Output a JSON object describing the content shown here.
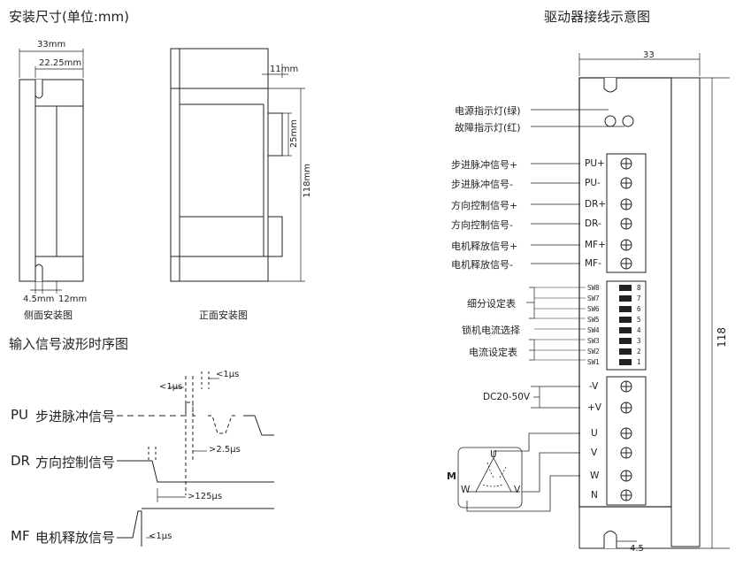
{
  "titles": {
    "install": "安装尺寸(单位:mm)",
    "wiring": "驱动器接线示意图",
    "timing": "输入信号波形时序图"
  },
  "side_view": {
    "caption": "侧面安装图",
    "dim_width": "33mm",
    "dim_inner": "22.25mm",
    "dim_slot": "4.5mm",
    "dim_rail": "12mm"
  },
  "front_view": {
    "caption": "正面安装图",
    "dim_top": "11mm",
    "dim_conn": "25mm",
    "dim_height": "118mm"
  },
  "timing": {
    "pu_label": "PU",
    "pu_name": "步进脉冲信号",
    "dr_label": "DR",
    "dr_name": "方向控制信号",
    "mf_label": "MF",
    "mf_name": "电机释放信号",
    "t_pulse": "<1μs",
    "t_pulse2": "<1μs",
    "t_dir": ">2.5μs",
    "t_setup": ">125μs",
    "t_mf": "<1μs"
  },
  "wiring": {
    "dim_width": "33",
    "dim_height": "118",
    "dim_bottom": "4.5",
    "led_power": "电源指示灯(绿)",
    "led_fault": "故障指示灯(红)",
    "signals": [
      {
        "name": "步进脉冲信号+",
        "term": "PU+"
      },
      {
        "name": "步进脉冲信号-",
        "term": "PU-"
      },
      {
        "name": "方向控制信号+",
        "term": "DR+"
      },
      {
        "name": "方向控制信号-",
        "term": "DR-"
      },
      {
        "name": "电机释放信号+",
        "term": "MF+"
      },
      {
        "name": "电机释放信号-",
        "term": "MF-"
      }
    ],
    "switches": [
      "SW8",
      "SW7",
      "SW6",
      "SW5",
      "SW4",
      "SW3",
      "SW2",
      "SW1"
    ],
    "switch_nums": [
      "8",
      "7",
      "6",
      "5",
      "4",
      "3",
      "2",
      "1"
    ],
    "switch_groups": {
      "microstep": "细分设定表",
      "lock": "锁机电流选择",
      "current": "电流设定表"
    },
    "power_label": "DC20-50V",
    "power_terms": [
      "-V",
      "+V"
    ],
    "motor_terms": [
      "U",
      "V",
      "W",
      "N"
    ],
    "motor_label": "M",
    "motor_u": "U",
    "motor_v": "V",
    "motor_w": "W"
  }
}
